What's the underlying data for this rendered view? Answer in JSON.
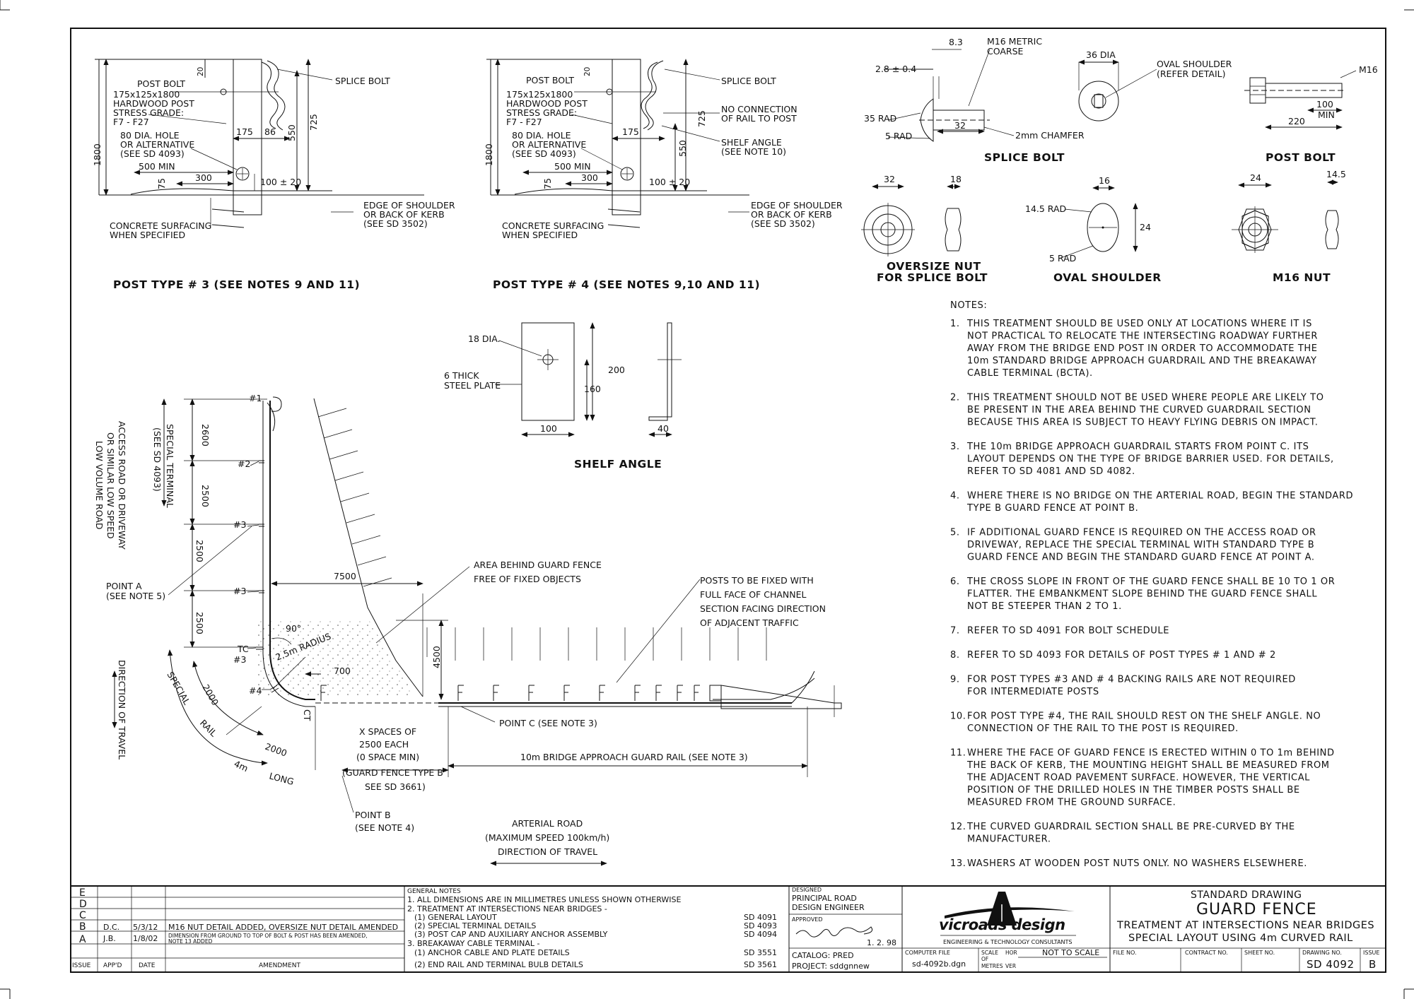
{
  "details": {
    "post3": {
      "title": "POST TYPE # 3 (SEE NOTES 9 AND 11)",
      "post_bolt": "POST BOLT",
      "post_spec": [
        "175x125x1800",
        "HARDWOOD POST",
        "STRESS GRADE:",
        "F7 - F27"
      ],
      "hole": [
        "80 DIA. HOLE",
        "OR ALTERNATIVE",
        "(SEE SD 4093)"
      ],
      "splice_bolt": "SPLICE BOLT",
      "edge": [
        "EDGE OF SHOULDER",
        "OR BACK OF KERB",
        "(SEE SD 3502)"
      ],
      "concrete": [
        "CONCRETE SURFACING",
        "WHEN SPECIFIED"
      ],
      "dims": {
        "d20": "20",
        "d175": "175",
        "d86": "86",
        "d550": "550",
        "d725": "725",
        "d1800": "1800",
        "d500": "500 MIN",
        "d300": "300",
        "d75": "75",
        "d100": "100 ± 20"
      }
    },
    "post4": {
      "title": "POST TYPE # 4 (SEE NOTES 9,10 AND 11)",
      "post_bolt": "POST BOLT",
      "post_spec": [
        "175x125x1800",
        "HARDWOOD POST",
        "STRESS GRADE:",
        "F7 - F27"
      ],
      "hole": [
        "80 DIA. HOLE",
        "OR ALTERNATIVE",
        "(SEE SD 4093)"
      ],
      "splice_bolt": "SPLICE BOLT",
      "no_conn": [
        "NO CONNECTION",
        "OF RAIL TO POST"
      ],
      "shelf": [
        "SHELF ANGLE",
        "(SEE NOTE 10)"
      ],
      "edge": [
        "EDGE OF SHOULDER",
        "OR BACK OF KERB",
        "(SEE SD 3502)"
      ],
      "concrete": [
        "CONCRETE SURFACING",
        "WHEN SPECIFIED"
      ],
      "dims": {
        "d20": "20",
        "d175": "175",
        "d550": "550",
        "d725": "725",
        "d1800": "1800",
        "d500": "500 MIN",
        "d300": "300",
        "d75": "75",
        "d100": "100 ± 20"
      }
    },
    "splice_bolt": {
      "title": "SPLICE BOLT",
      "labels": {
        "m16": [
          "M16 METRIC",
          "COARSE"
        ],
        "d83": "8.3",
        "d28": "2.8 ± 0.4",
        "r35": "35 RAD",
        "r5": "5 RAD",
        "d32": "32",
        "chamfer": "2mm CHAMFER"
      }
    },
    "oval_detail": {
      "labels": {
        "dia": "36 DIA",
        "oval": [
          "OVAL SHOULDER",
          "(REFER DETAIL)"
        ]
      }
    },
    "post_bolt": {
      "title": "POST BOLT",
      "labels": {
        "m16": "M16",
        "d100": "100",
        "min": "MIN",
        "d220": "220"
      }
    },
    "oversize_nut": {
      "title": [
        "OVERSIZE NUT",
        "FOR SPLICE BOLT"
      ],
      "labels": {
        "d32": "32",
        "d18": "18"
      }
    },
    "oval_shoulder": {
      "title": "OVAL SHOULDER",
      "labels": {
        "d16": "16",
        "d24": "24",
        "r145": "14.5 RAD",
        "r5": "5 RAD"
      }
    },
    "m16_nut": {
      "title": "M16 NUT",
      "labels": {
        "d24": "24",
        "d145": "14.5"
      }
    },
    "shelf_angle": {
      "title": "SHELF ANGLE",
      "labels": {
        "dia": "18 DIA.",
        "plate": [
          "6 THICK",
          "STEEL PLATE"
        ],
        "d200": "200",
        "d160": "160",
        "d100": "100",
        "d40": "40"
      }
    }
  },
  "layout_plan": {
    "access_road": [
      "ACCESS ROAD OR DRIVEWAY",
      "OR SIMILAR LOW SPEED",
      "LOW VOLUME ROAD"
    ],
    "special_terminal": [
      "SPECIAL TERMINAL",
      "(SEE SD 4093)"
    ],
    "posts": {
      "p1": "#1",
      "p2": "#2",
      "p3a": "#3",
      "p3b": "#3",
      "tc": "TC",
      "p3c": "#3",
      "p4": "#4"
    },
    "dims": {
      "d2600": "2600",
      "d2500a": "2500",
      "d2500b": "2500",
      "d2500c": "2500",
      "d7500": "7500",
      "d4500": "4500",
      "d700": "700",
      "d90": "90°",
      "radius": "2.5m RADIUS",
      "d2000a": "2000",
      "d2000b": "2000",
      "ct": "CT"
    },
    "point_a": [
      "POINT A",
      "(SEE NOTE 5)"
    ],
    "area": [
      "AREA BEHIND GUARD FENCE",
      "FREE OF FIXED OBJECTS"
    ],
    "posts_note": [
      "POSTS TO BE FIXED WITH",
      "FULL FACE OF CHANNEL",
      "SECTION FACING DIRECTION",
      "OF ADJACENT TRAFFIC"
    ],
    "point_c": "POINT C (SEE NOTE 3)",
    "x_spaces": [
      "X SPACES OF",
      "2500 EACH",
      "(0 SPACE MIN)",
      "(GUARD FENCE TYPE B",
      "SEE SD 3661)"
    ],
    "bridge_rail": "10m BRIDGE APPROACH GUARD RAIL (SEE NOTE 3)",
    "point_b": [
      "POINT B",
      "(SEE NOTE 4)"
    ],
    "arterial": [
      "ARTERIAL ROAD",
      "(MAXIMUM SPEED 100km/h)",
      "DIRECTION OF TRAVEL"
    ],
    "direction": "DIRECTION OF TRAVEL",
    "curve_labels": [
      "SPECIAL",
      "RAIL",
      "4m",
      "LONG"
    ]
  },
  "notes": {
    "heading": "NOTES:",
    "items": [
      {
        "num": "1.",
        "lines": [
          "THIS TREATMENT SHOULD BE USED ONLY AT LOCATIONS WHERE IT IS",
          "NOT PRACTICAL TO RELOCATE THE INTERSECTING ROADWAY FURTHER",
          "AWAY FROM THE BRIDGE END POST IN ORDER TO ACCOMMODATE THE",
          "10m STANDARD BRIDGE APPROACH GUARDRAIL AND THE BREAKAWAY",
          "CABLE TERMINAL (BCTA)."
        ]
      },
      {
        "num": "2.",
        "lines": [
          "THIS TREATMENT SHOULD NOT BE USED WHERE PEOPLE ARE LIKELY TO",
          "BE PRESENT IN THE AREA BEHIND THE CURVED GUARDRAIL SECTION",
          "BECAUSE THIS AREA IS SUBJECT TO HEAVY FLYING DEBRIS ON IMPACT."
        ]
      },
      {
        "num": "3.",
        "lines": [
          "THE 10m BRIDGE APPROACH GUARDRAIL STARTS FROM POINT C. ITS",
          "LAYOUT DEPENDS ON THE TYPE OF BRIDGE BARRIER USED. FOR DETAILS,",
          "REFER TO SD 4081 AND SD 4082."
        ]
      },
      {
        "num": "4.",
        "lines": [
          "WHERE THERE IS NO BRIDGE ON THE ARTERIAL ROAD, BEGIN THE STANDARD",
          "TYPE B GUARD FENCE AT POINT B."
        ]
      },
      {
        "num": "5.",
        "lines": [
          "IF ADDITIONAL GUARD FENCE IS REQUIRED ON THE ACCESS ROAD OR",
          "DRIVEWAY, REPLACE THE SPECIAL TERMINAL WITH STANDARD TYPE B",
          "GUARD FENCE AND BEGIN THE STANDARD GUARD FENCE AT POINT A."
        ]
      },
      {
        "num": "6.",
        "lines": [
          "THE CROSS SLOPE IN FRONT OF THE GUARD FENCE SHALL BE 10 TO 1 OR",
          "FLATTER. THE EMBANKMENT SLOPE BEHIND THE GUARD FENCE SHALL",
          "NOT BE STEEPER THAN 2 TO 1."
        ]
      },
      {
        "num": "7.",
        "lines": [
          "REFER TO SD 4091 FOR BOLT SCHEDULE"
        ]
      },
      {
        "num": "8.",
        "lines": [
          "REFER TO SD 4093 FOR DETAILS OF POST TYPES # 1 AND # 2"
        ]
      },
      {
        "num": "9.",
        "lines": [
          "FOR POST TYPES #3 AND # 4 BACKING RAILS ARE NOT REQUIRED",
          "FOR INTERMEDIATE POSTS"
        ]
      },
      {
        "num": "10.",
        "lines": [
          "FOR POST TYPE #4, THE RAIL SHOULD REST ON THE SHELF ANGLE. NO",
          "CONNECTION OF THE RAIL TO THE POST IS REQUIRED."
        ]
      },
      {
        "num": "11.",
        "lines": [
          "WHERE THE FACE OF GUARD FENCE IS ERECTED WITHIN 0 TO 1m BEHIND",
          "THE BACK OF KERB, THE MOUNTING HEIGHT SHALL BE MEASURED FROM",
          "THE ADJACENT ROAD PAVEMENT SURFACE. HOWEVER, THE VERTICAL",
          "POSITION OF THE DRILLED HOLES IN THE TIMBER POSTS SHALL BE",
          "MEASURED FROM THE GROUND SURFACE."
        ]
      },
      {
        "num": "12.",
        "lines": [
          "THE CURVED GUARDRAIL SECTION SHALL BE PRE-CURVED BY THE",
          "MANUFACTURER."
        ]
      },
      {
        "num": "13.",
        "lines": [
          "WASHERS AT WOODEN POST NUTS ONLY. NO WASHERS ELSEWHERE."
        ]
      }
    ]
  },
  "title_block": {
    "revisions": {
      "issue_letters": [
        "E",
        "D",
        "C",
        "B",
        "A"
      ],
      "rowB": {
        "appd": "D.C.",
        "date": "5/3/12",
        "amend": "M16 NUT DETAIL ADDED, OVERSIZE NUT DETAIL AMENDED"
      },
      "rowA": {
        "appd": "J.B.",
        "date": "1/8/02",
        "amend1": "DIMENSION FROM GROUND TO TOP OF BOLT & POST HAS BEEN AMENDED,",
        "amend2": "NOTE 13 ADDED"
      },
      "header": {
        "issue": "ISSUE",
        "appd": "APP'D",
        "date": "DATE",
        "amend": "AMENDMENT"
      }
    },
    "general_notes": {
      "lines": [
        "GENERAL NOTES",
        "1. ALL DIMENSIONS ARE IN MILLIMETRES UNLESS SHOWN OTHERWISE",
        "2. TREATMENT AT INTERSECTIONS NEAR BRIDGES -",
        "(1) GENERAL LAYOUT",
        "(2) SPECIAL TERMINAL DETAILS",
        "(3) POST CAP AND AUXILIARY ANCHOR ASSEMBLY",
        "3. BREAKAWAY CABLE TERMINAL -",
        "(1) ANCHOR CABLE AND PLATE DETAILS",
        "(2) END RAIL AND TERMINAL BULB DETAILS"
      ],
      "refs": [
        "SD 4091",
        "SD 4093",
        "SD 4094",
        "SD 3551",
        "SD 3561"
      ]
    },
    "designed": {
      "label": "DESIGNED",
      "value1": "PRINCIPAL ROAD",
      "value2": "DESIGN ENGINEER"
    },
    "approved": {
      "label": "APPROVED",
      "date": "1. 2. 98"
    },
    "catalog": "CATALOG: PRED",
    "project": "PROJECT: sddgnnew",
    "logo": {
      "name": "vicroads design",
      "tagline": "ENGINEERING & TECHNOLOGY CONSULTANTS"
    },
    "computer_file": {
      "label": "COMPUTER FILE",
      "value": "sd-4092b.dgn"
    },
    "scale": {
      "label1": "SCALE",
      "label2": "OF",
      "label3": "METRES",
      "hor": "HOR",
      "ver": "VER",
      "value": "NOT TO SCALE"
    },
    "standard": "STANDARD DRAWING",
    "title": "GUARD FENCE",
    "subtitle1": "TREATMENT AT INTERSECTIONS NEAR BRIDGES",
    "subtitle2": "SPECIAL LAYOUT USING 4m CURVED RAIL",
    "file_no": "FILE NO.",
    "contract_no": "CONTRACT NO.",
    "sheet_no": "SHEET NO.",
    "drawing_no": {
      "label": "DRAWING NO.",
      "value": "SD 4092"
    },
    "issue": {
      "label": "ISSUE",
      "value": "B"
    }
  }
}
